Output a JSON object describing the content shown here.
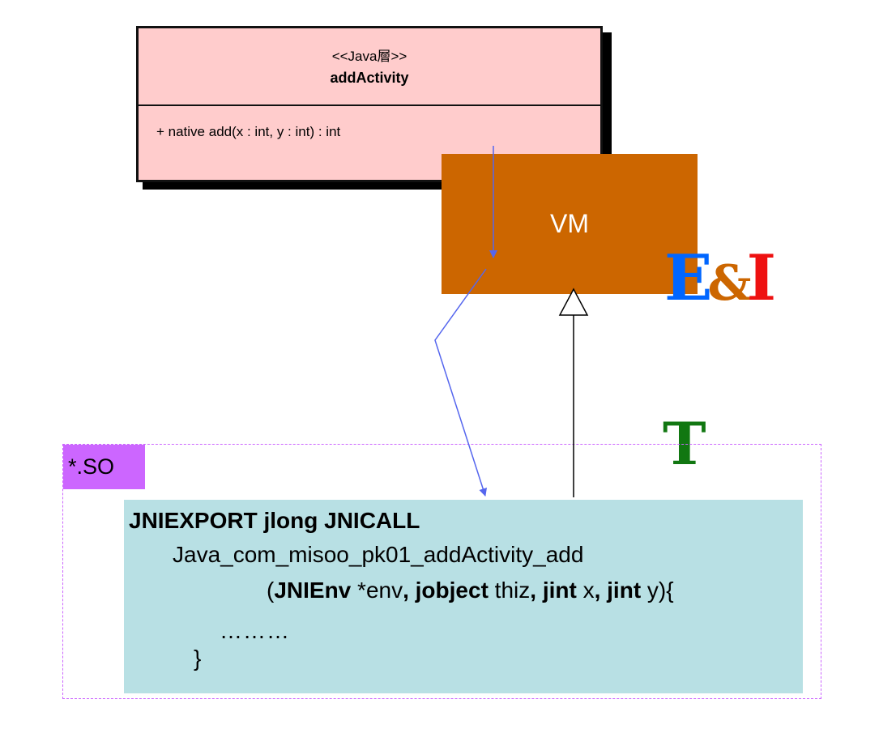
{
  "uml_class": {
    "stereotype": "<<Java層>>",
    "name": "addActivity",
    "method": "+ native add(x : int, y : int) : int"
  },
  "vm_box": {
    "label": "VM"
  },
  "ei_label": {
    "e": "E",
    "amp": "&",
    "i": "I"
  },
  "t_label": "T",
  "so_container": {
    "tag": ".SO",
    "tag_prefix": "*"
  },
  "jni_code": {
    "line1": "JNIEXPORT jlong JNICALL",
    "line2": "Java_com_misoo_pk01_addActivity_add",
    "line3": {
      "open": "(",
      "t1": "JNIEnv",
      "p1": " *env",
      "c1": ", ",
      "t2": "jobject",
      "p2": " thiz",
      "c2": ", ",
      "t3": "jint",
      "p3": " x",
      "c3": ", ",
      "t4": "jint",
      "p4": " y){"
    },
    "line4": "………",
    "line5": "}"
  },
  "colors": {
    "uml_fill": "#ffcccc",
    "vm_fill": "#cc6600",
    "so_tag_fill": "#cc66ff",
    "jni_fill": "#b8e0e4",
    "call_arrow": "#5566ee",
    "e_color": "#0066ff",
    "amp_color": "#cc6600",
    "i_color": "#ee1111",
    "t_color": "#117711"
  }
}
